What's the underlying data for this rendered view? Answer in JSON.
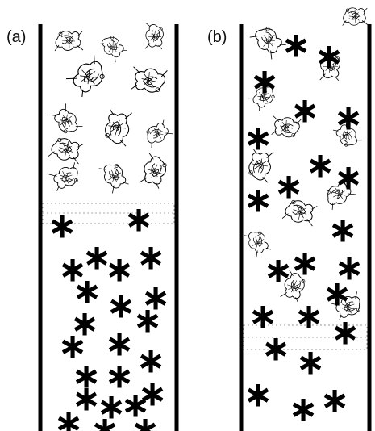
{
  "panels": [
    {
      "label": "(a)",
      "stars": [
        [
          77,
          276,
          44
        ],
        [
          172,
          268,
          44
        ],
        [
          90,
          330,
          44
        ],
        [
          120,
          315,
          44
        ],
        [
          148,
          330,
          44
        ],
        [
          187,
          315,
          44
        ],
        [
          108,
          357,
          44
        ],
        [
          150,
          375,
          44
        ],
        [
          193,
          365,
          44
        ],
        [
          105,
          397,
          44
        ],
        [
          183,
          393,
          44
        ],
        [
          90,
          425,
          44
        ],
        [
          148,
          422,
          44
        ],
        [
          187,
          443,
          44
        ],
        [
          107,
          462,
          44
        ],
        [
          148,
          462,
          44
        ],
        [
          107,
          490,
          44
        ],
        [
          138,
          500,
          44
        ],
        [
          168,
          498,
          44
        ],
        [
          189,
          484,
          44
        ],
        [
          85,
          520,
          44
        ],
        [
          130,
          528,
          44
        ],
        [
          180,
          528,
          44
        ]
      ],
      "proteins": [
        [
          85,
          50,
          1
        ],
        [
          140,
          58,
          0.9
        ],
        [
          192,
          45,
          0.9
        ],
        [
          110,
          95,
          1.3
        ],
        [
          185,
          100,
          1.2
        ],
        [
          82,
          150,
          1
        ],
        [
          145,
          158,
          1.2
        ],
        [
          195,
          165,
          0.9
        ],
        [
          82,
          185,
          1.1
        ],
        [
          142,
          218,
          1
        ],
        [
          192,
          212,
          1.1
        ],
        [
          82,
          220,
          1
        ]
      ]
    },
    {
      "label": "(b)",
      "stars": [
        [
          367,
          52,
          44
        ],
        [
          408,
          66,
          44
        ],
        [
          328,
          97,
          44
        ],
        [
          378,
          133,
          44
        ],
        [
          432,
          142,
          44
        ],
        [
          320,
          167,
          44
        ],
        [
          397,
          201,
          44
        ],
        [
          432,
          216,
          44
        ],
        [
          358,
          227,
          44
        ],
        [
          320,
          244,
          44
        ],
        [
          425,
          281,
          44
        ],
        [
          345,
          331,
          44
        ],
        [
          378,
          322,
          44
        ],
        [
          433,
          328,
          44
        ],
        [
          418,
          360,
          44
        ],
        [
          326,
          388,
          44
        ],
        [
          383,
          388,
          44
        ],
        [
          428,
          408,
          44
        ],
        [
          342,
          428,
          44
        ],
        [
          385,
          445,
          44
        ],
        [
          320,
          485,
          44
        ],
        [
          376,
          503,
          44
        ],
        [
          415,
          492,
          44
        ]
      ],
      "proteins": [
        [
          440,
          20,
          0.9
        ],
        [
          333,
          50,
          1.1
        ],
        [
          410,
          82,
          1
        ],
        [
          327,
          120,
          0.9
        ],
        [
          355,
          158,
          1
        ],
        [
          430,
          168,
          0.9
        ],
        [
          322,
          205,
          1.1
        ],
        [
          420,
          240,
          1
        ],
        [
          372,
          262,
          1.1
        ],
        [
          320,
          300,
          0.9
        ],
        [
          365,
          355,
          1
        ],
        [
          432,
          380,
          1
        ]
      ]
    }
  ]
}
